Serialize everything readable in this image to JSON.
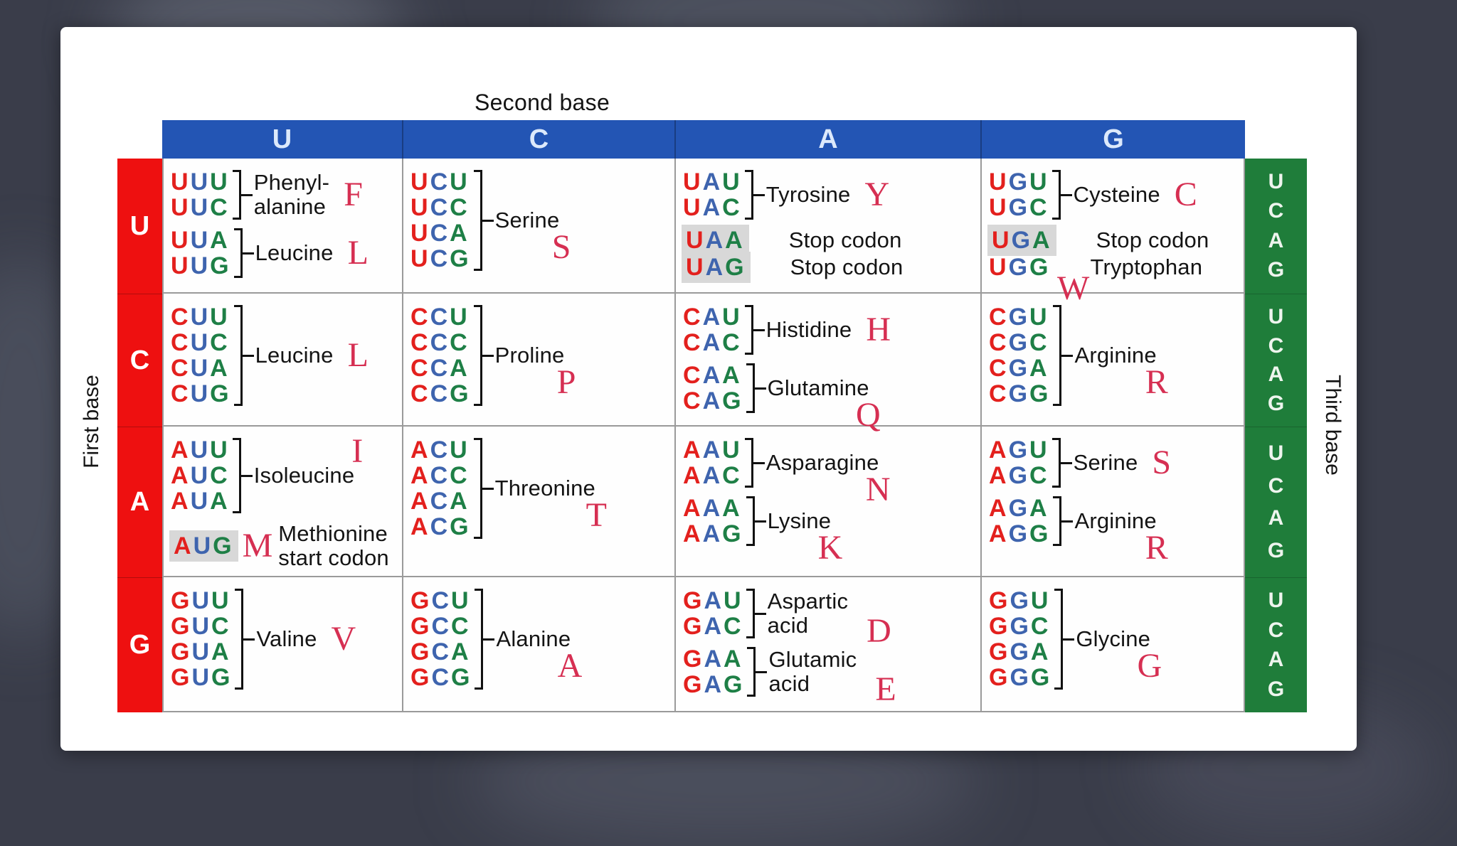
{
  "title": "Second base",
  "axes": {
    "left": "First base",
    "right": "Third base"
  },
  "col_headers": [
    "U",
    "C",
    "A",
    "G"
  ],
  "row_headers": [
    "U",
    "C",
    "A",
    "G"
  ],
  "third_base_letters": [
    "U",
    "C",
    "A",
    "G"
  ],
  "colors": {
    "background": "#3a3d4a",
    "card": "#ffffff",
    "header_blue": "#2355b4",
    "row_red": "#ee1010",
    "third_green": "#1f7d3a",
    "codon_first": "#e3201d",
    "codon_second": "#3e64ae",
    "codon_third": "#1e7f46",
    "amino_text": "#141414",
    "code_crimson": "#d62f52",
    "highlight_gray": "#d8d8d8",
    "grid_line": "#9a9a9a"
  },
  "cells": [
    [
      {
        "entries": [
          {
            "kind": "group",
            "codons": [
              "UUU",
              "UUC"
            ],
            "name": [
              "Phenyl-",
              "alanine"
            ],
            "code": "F",
            "code_pos": "right"
          },
          {
            "kind": "group",
            "codons": [
              "UUA",
              "UUG"
            ],
            "name": [
              "Leucine"
            ],
            "code": "L",
            "code_pos": "right"
          }
        ]
      },
      {
        "entries": [
          {
            "kind": "group",
            "codons": [
              "UCU",
              "UCC",
              "UCA",
              "UCG"
            ],
            "name": [
              "Serine"
            ],
            "code": "S",
            "code_pos": "below"
          }
        ]
      },
      {
        "entries": [
          {
            "kind": "group",
            "codons": [
              "UAU",
              "UAC"
            ],
            "name": [
              "Tyrosine"
            ],
            "code": "Y",
            "code_pos": "right"
          },
          {
            "kind": "single",
            "codon": "UAA",
            "highlight": true,
            "name": [
              "Stop codon"
            ]
          },
          {
            "kind": "single",
            "codon": "UAG",
            "highlight": true,
            "name": [
              "Stop codon"
            ]
          }
        ]
      },
      {
        "entries": [
          {
            "kind": "group",
            "codons": [
              "UGU",
              "UGC"
            ],
            "name": [
              "Cysteine"
            ],
            "code": "C",
            "code_pos": "right"
          },
          {
            "kind": "single",
            "codon": "UGA",
            "highlight": true,
            "name": [
              "Stop codon"
            ]
          },
          {
            "kind": "single",
            "codon": "UGG",
            "name": [
              "Tryptophan"
            ],
            "code": "W",
            "code_pos": "below-left"
          }
        ]
      }
    ],
    [
      {
        "entries": [
          {
            "kind": "group",
            "codons": [
              "CUU",
              "CUC",
              "CUA",
              "CUG"
            ],
            "name": [
              "Leucine"
            ],
            "code": "L",
            "code_pos": "right"
          }
        ]
      },
      {
        "entries": [
          {
            "kind": "group",
            "codons": [
              "CCU",
              "CCC",
              "CCA",
              "CCG"
            ],
            "name": [
              "Proline"
            ],
            "code": "P",
            "code_pos": "below"
          }
        ]
      },
      {
        "entries": [
          {
            "kind": "group",
            "codons": [
              "CAU",
              "CAC"
            ],
            "name": [
              "Histidine"
            ],
            "code": "H",
            "code_pos": "right"
          },
          {
            "kind": "group",
            "codons": [
              "CAA",
              "CAG"
            ],
            "name": [
              "Glutamine"
            ],
            "code": "Q",
            "code_pos": "below"
          }
        ]
      },
      {
        "entries": [
          {
            "kind": "group",
            "codons": [
              "CGU",
              "CGC",
              "CGA",
              "CGG"
            ],
            "name": [
              "Arginine"
            ],
            "code": "R",
            "code_pos": "below"
          }
        ]
      }
    ],
    [
      {
        "entries": [
          {
            "kind": "group",
            "codons": [
              "AUU",
              "AUC",
              "AUA"
            ],
            "name": [
              "Isoleucine"
            ],
            "code": "I",
            "code_pos": "above"
          },
          {
            "kind": "single",
            "codon": "AUG",
            "highlight": true,
            "name": [
              "Methionine",
              "start codon"
            ],
            "code": "M",
            "code_pos": "after-codon"
          }
        ]
      },
      {
        "entries": [
          {
            "kind": "group",
            "codons": [
              "ACU",
              "ACC",
              "ACA",
              "ACG"
            ],
            "name": [
              "Threonine"
            ],
            "code": "T",
            "code_pos": "below"
          }
        ]
      },
      {
        "entries": [
          {
            "kind": "group",
            "codons": [
              "AAU",
              "AAC"
            ],
            "name": [
              "Asparagine"
            ],
            "code": "N",
            "code_pos": "below"
          },
          {
            "kind": "group",
            "codons": [
              "AAA",
              "AAG"
            ],
            "name": [
              "Lysine"
            ],
            "code": "K",
            "code_pos": "below"
          }
        ]
      },
      {
        "entries": [
          {
            "kind": "group",
            "codons": [
              "AGU",
              "AGC"
            ],
            "name": [
              "Serine"
            ],
            "code": "S",
            "code_pos": "right"
          },
          {
            "kind": "group",
            "codons": [
              "AGA",
              "AGG"
            ],
            "name": [
              "Arginine"
            ],
            "code": "R",
            "code_pos": "below"
          }
        ]
      }
    ],
    [
      {
        "entries": [
          {
            "kind": "group",
            "codons": [
              "GUU",
              "GUC",
              "GUA",
              "GUG"
            ],
            "name": [
              "Valine"
            ],
            "code": "V",
            "code_pos": "right"
          }
        ]
      },
      {
        "entries": [
          {
            "kind": "group",
            "codons": [
              "GCU",
              "GCC",
              "GCA",
              "GCG"
            ],
            "name": [
              "Alanine"
            ],
            "code": "A",
            "code_pos": "below"
          }
        ]
      },
      {
        "entries": [
          {
            "kind": "group",
            "codons": [
              "GAU",
              "GAC"
            ],
            "name": [
              "Aspartic",
              "acid"
            ],
            "code": "D",
            "code_pos": "right-low"
          },
          {
            "kind": "group",
            "codons": [
              "GAA",
              "GAG"
            ],
            "name": [
              "Glutamic",
              "acid"
            ],
            "code": "E",
            "code_pos": "right-low"
          }
        ]
      },
      {
        "entries": [
          {
            "kind": "group",
            "codons": [
              "GGU",
              "GGC",
              "GGA",
              "GGG"
            ],
            "name": [
              "Glycine"
            ],
            "code": "G",
            "code_pos": "below"
          }
        ]
      }
    ]
  ]
}
